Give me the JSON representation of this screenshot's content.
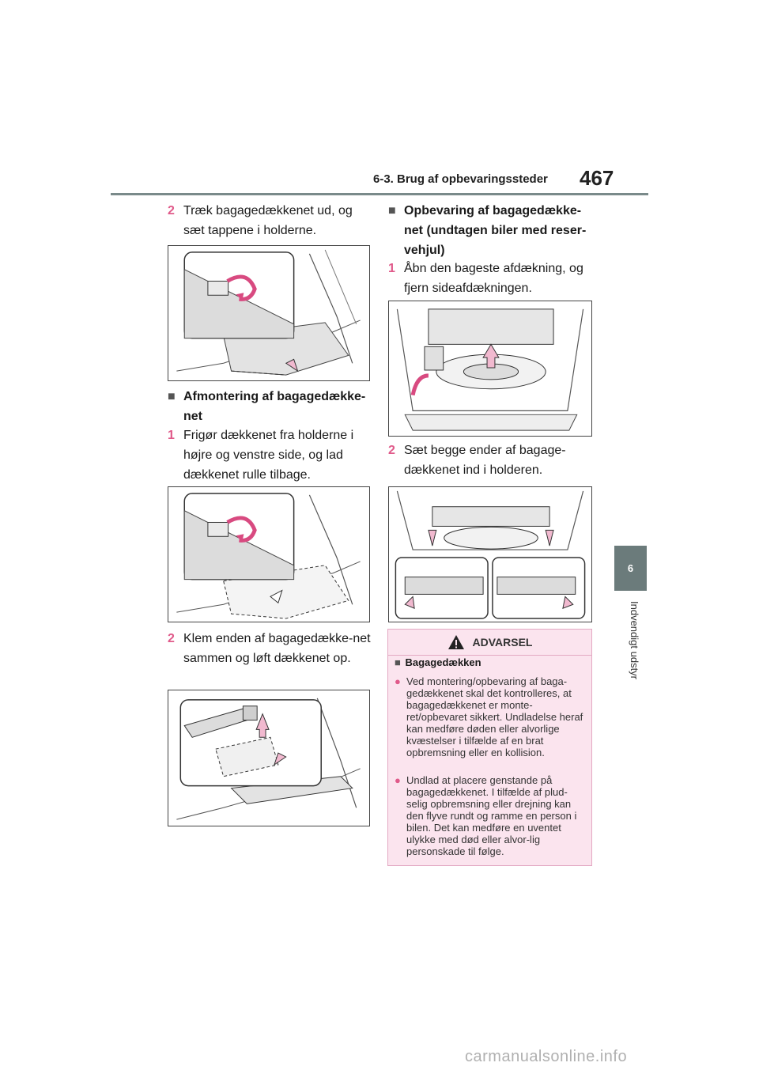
{
  "header": {
    "section": "6-3. Brug af opbevaringssteder",
    "page_number": "467"
  },
  "side_tab": {
    "chapter": "6",
    "label": "Indvendigt udstyr"
  },
  "left_column": {
    "step_2a": {
      "num": "2",
      "text": "Træk bagagedækkenet ud, og sæt tappene i holderne."
    },
    "heading_removal": {
      "marker": "■",
      "text": "Afmontering af bagagedække-net"
    },
    "step_1a": {
      "num": "1",
      "text": "Frigør dækkenet fra holderne i højre og venstre side, og lad dækkenet rulle tilbage."
    },
    "step_2b": {
      "num": "2",
      "text": "Klem enden af bagagedække-net sammen og løft dækkenet op."
    }
  },
  "right_column": {
    "heading_storage": {
      "marker": "■",
      "text": "Opbevaring af bagagedække-net (undtagen biler med reser-vehjul)"
    },
    "step_1b": {
      "num": "1",
      "text": "Åbn den bageste afdækning, og fjern sideafdækningen."
    },
    "step_2c": {
      "num": "2",
      "text": "Sæt begge ender af bagage-dækkenet ind i holderen."
    }
  },
  "warning": {
    "icon": "warning-triangle-icon",
    "title": "ADVARSEL",
    "subtitle_marker": "■",
    "subtitle": "Bagagedækken",
    "bullet": "●",
    "items": [
      "Ved montering/opbevaring af baga-gedækkenet skal det kontrolleres, at bagagedækkenet er monte-ret/opbevaret sikkert. Undladelse heraf kan medføre døden eller alvorlige kvæstelser i tilfælde af en brat opbremsning eller en kollision.",
      "Undlad at placere genstande på bagagedækkenet. I tilfælde af plud-selig opbremsning eller drejning kan den flyve rundt og ramme en person i bilen. Det kan medføre en uventet ulykke med død eller alvor-lig personskade til følge."
    ]
  },
  "watermark": "carmanualsonline.info",
  "colors": {
    "accent_pink": "#e05a8a",
    "warning_bg": "#fbe4ee",
    "tab_gray": "#6b7b7b"
  }
}
